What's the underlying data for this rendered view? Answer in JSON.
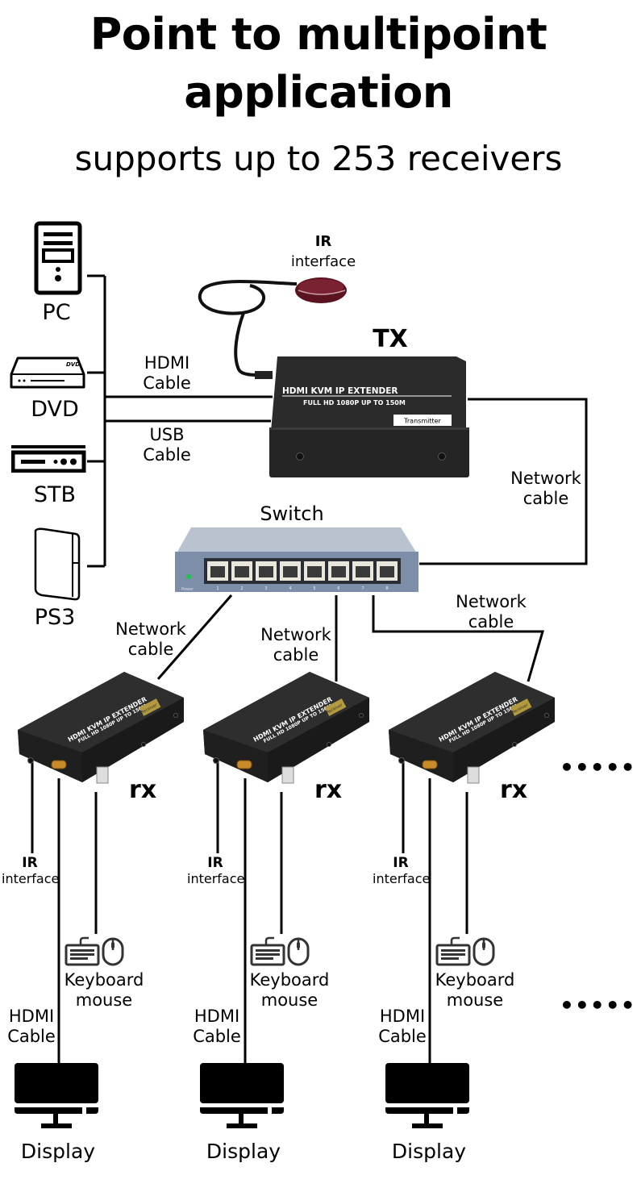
{
  "header": {
    "title_line1": "Point to multipoint",
    "title_line2": "application",
    "subtitle": "supports up to 253 receivers"
  },
  "sources": [
    {
      "name": "PC",
      "icon": "pc-tower-icon"
    },
    {
      "name": "DVD",
      "icon": "dvd-player-icon",
      "badge": "DVD"
    },
    {
      "name": "STB",
      "icon": "set-top-box-icon"
    },
    {
      "name": "PS3",
      "icon": "game-console-icon"
    }
  ],
  "cables": {
    "hdmi_line1": "HDMI",
    "hdmi_line2": "Cable",
    "usb_line1": "USB",
    "usb_line2": "Cable",
    "network_line1": "Network",
    "network_line2": "cable"
  },
  "ir": {
    "line1": "IR",
    "line2": "interface"
  },
  "transmitter": {
    "label": "TX",
    "brand_line1": "HDMI KVM IP EXTENDER",
    "brand_line2": "FULL HD 1080P UP TO 150M",
    "tag": "Transmitter"
  },
  "switch": {
    "label": "Switch",
    "power_label": "Power",
    "ports": [
      "1",
      "2",
      "3",
      "4",
      "5",
      "6",
      "7",
      "8"
    ]
  },
  "receivers": [
    {
      "label": "rx",
      "tag": "Receiver"
    },
    {
      "label": "rx",
      "tag": "Receiver"
    },
    {
      "label": "rx",
      "tag": "Receiver"
    }
  ],
  "peripherals": {
    "keyboard_line1": "Keyboard",
    "keyboard_line2": "mouse",
    "display": "Display"
  },
  "ellipsis": "•••••••"
}
